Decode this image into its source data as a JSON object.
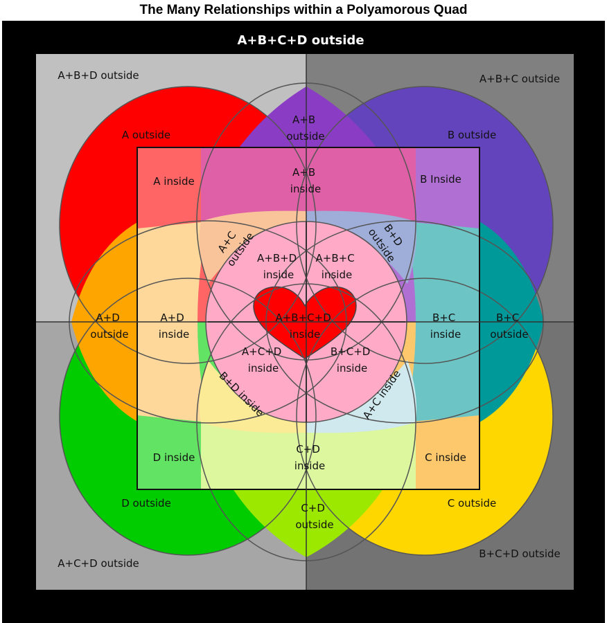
{
  "title": "The Many Relationships within a Polyamorous Quad",
  "colors": {
    "frame": "#000000",
    "quad_abd": "#c0c0c0",
    "quad_abc": "#808080",
    "quad_acd": "#a6a6a6",
    "quad_bcd": "#737373",
    "a_outside": "#ff0000",
    "b_outside": "#6344bd",
    "c_outside": "#ffd700",
    "d_outside": "#00cc00",
    "ab_outside": "#8a3cc4",
    "ac_outside": "#fac49b",
    "bd_outside": "#9fadd9",
    "cd_outside": "#9de800",
    "ad_outside": "#ffa500",
    "bc_outside": "#009999",
    "a_inside": "#ff6565",
    "b_inside": "#b070d3",
    "c_inside": "#fdc86c",
    "d_inside": "#63e363",
    "ab_inside": "#e060a8",
    "cd_inside": "#dcf79d",
    "ad_inside": "#fdd89a",
    "bc_inside": "#6cc4c4",
    "bd_inside": "#fbeb96",
    "ac_inside": "#cfe9ee",
    "triple_inside": "#ffabc8",
    "heart": "#ff0000"
  },
  "labels": {
    "abcd_outside": "A+B+C+D outside",
    "abd_outside": "A+B+D outside",
    "abc_outside": "A+B+C outside",
    "acd_outside": "A+C+D outside",
    "bcd_outside": "B+C+D outside",
    "a_outside": "A outside",
    "b_outside": "B outside",
    "c_outside": "C outside",
    "d_outside": "D outside",
    "a_inside": "A inside",
    "b_inside": "B Inside",
    "c_inside": "C inside",
    "d_inside": "D inside",
    "ab_outside": [
      "A+B",
      "outside"
    ],
    "ab_inside": [
      "A+B",
      "inside"
    ],
    "cd_inside": [
      "C+D",
      "inside"
    ],
    "cd_outside": [
      "C+D",
      "outside"
    ],
    "ad_outside": [
      "A+D",
      "outside"
    ],
    "ad_inside": [
      "A+D",
      "inside"
    ],
    "bc_inside": [
      "B+C",
      "inside"
    ],
    "bc_outside": [
      "B+C",
      "outside"
    ],
    "ac_outside": [
      "A+C",
      "outside"
    ],
    "bd_outside": [
      "B+D",
      "outside"
    ],
    "bd_inside": "B+D inside",
    "ac_inside": "A+C inside",
    "abd_inside": [
      "A+B+D",
      "inside"
    ],
    "abc_inside": [
      "A+B+C",
      "inside"
    ],
    "acd_inside": [
      "A+C+D",
      "inside"
    ],
    "bcd_inside": [
      "B+C+D",
      "inside"
    ],
    "abcd_inside": [
      "A+B+C+D",
      "inside"
    ]
  }
}
